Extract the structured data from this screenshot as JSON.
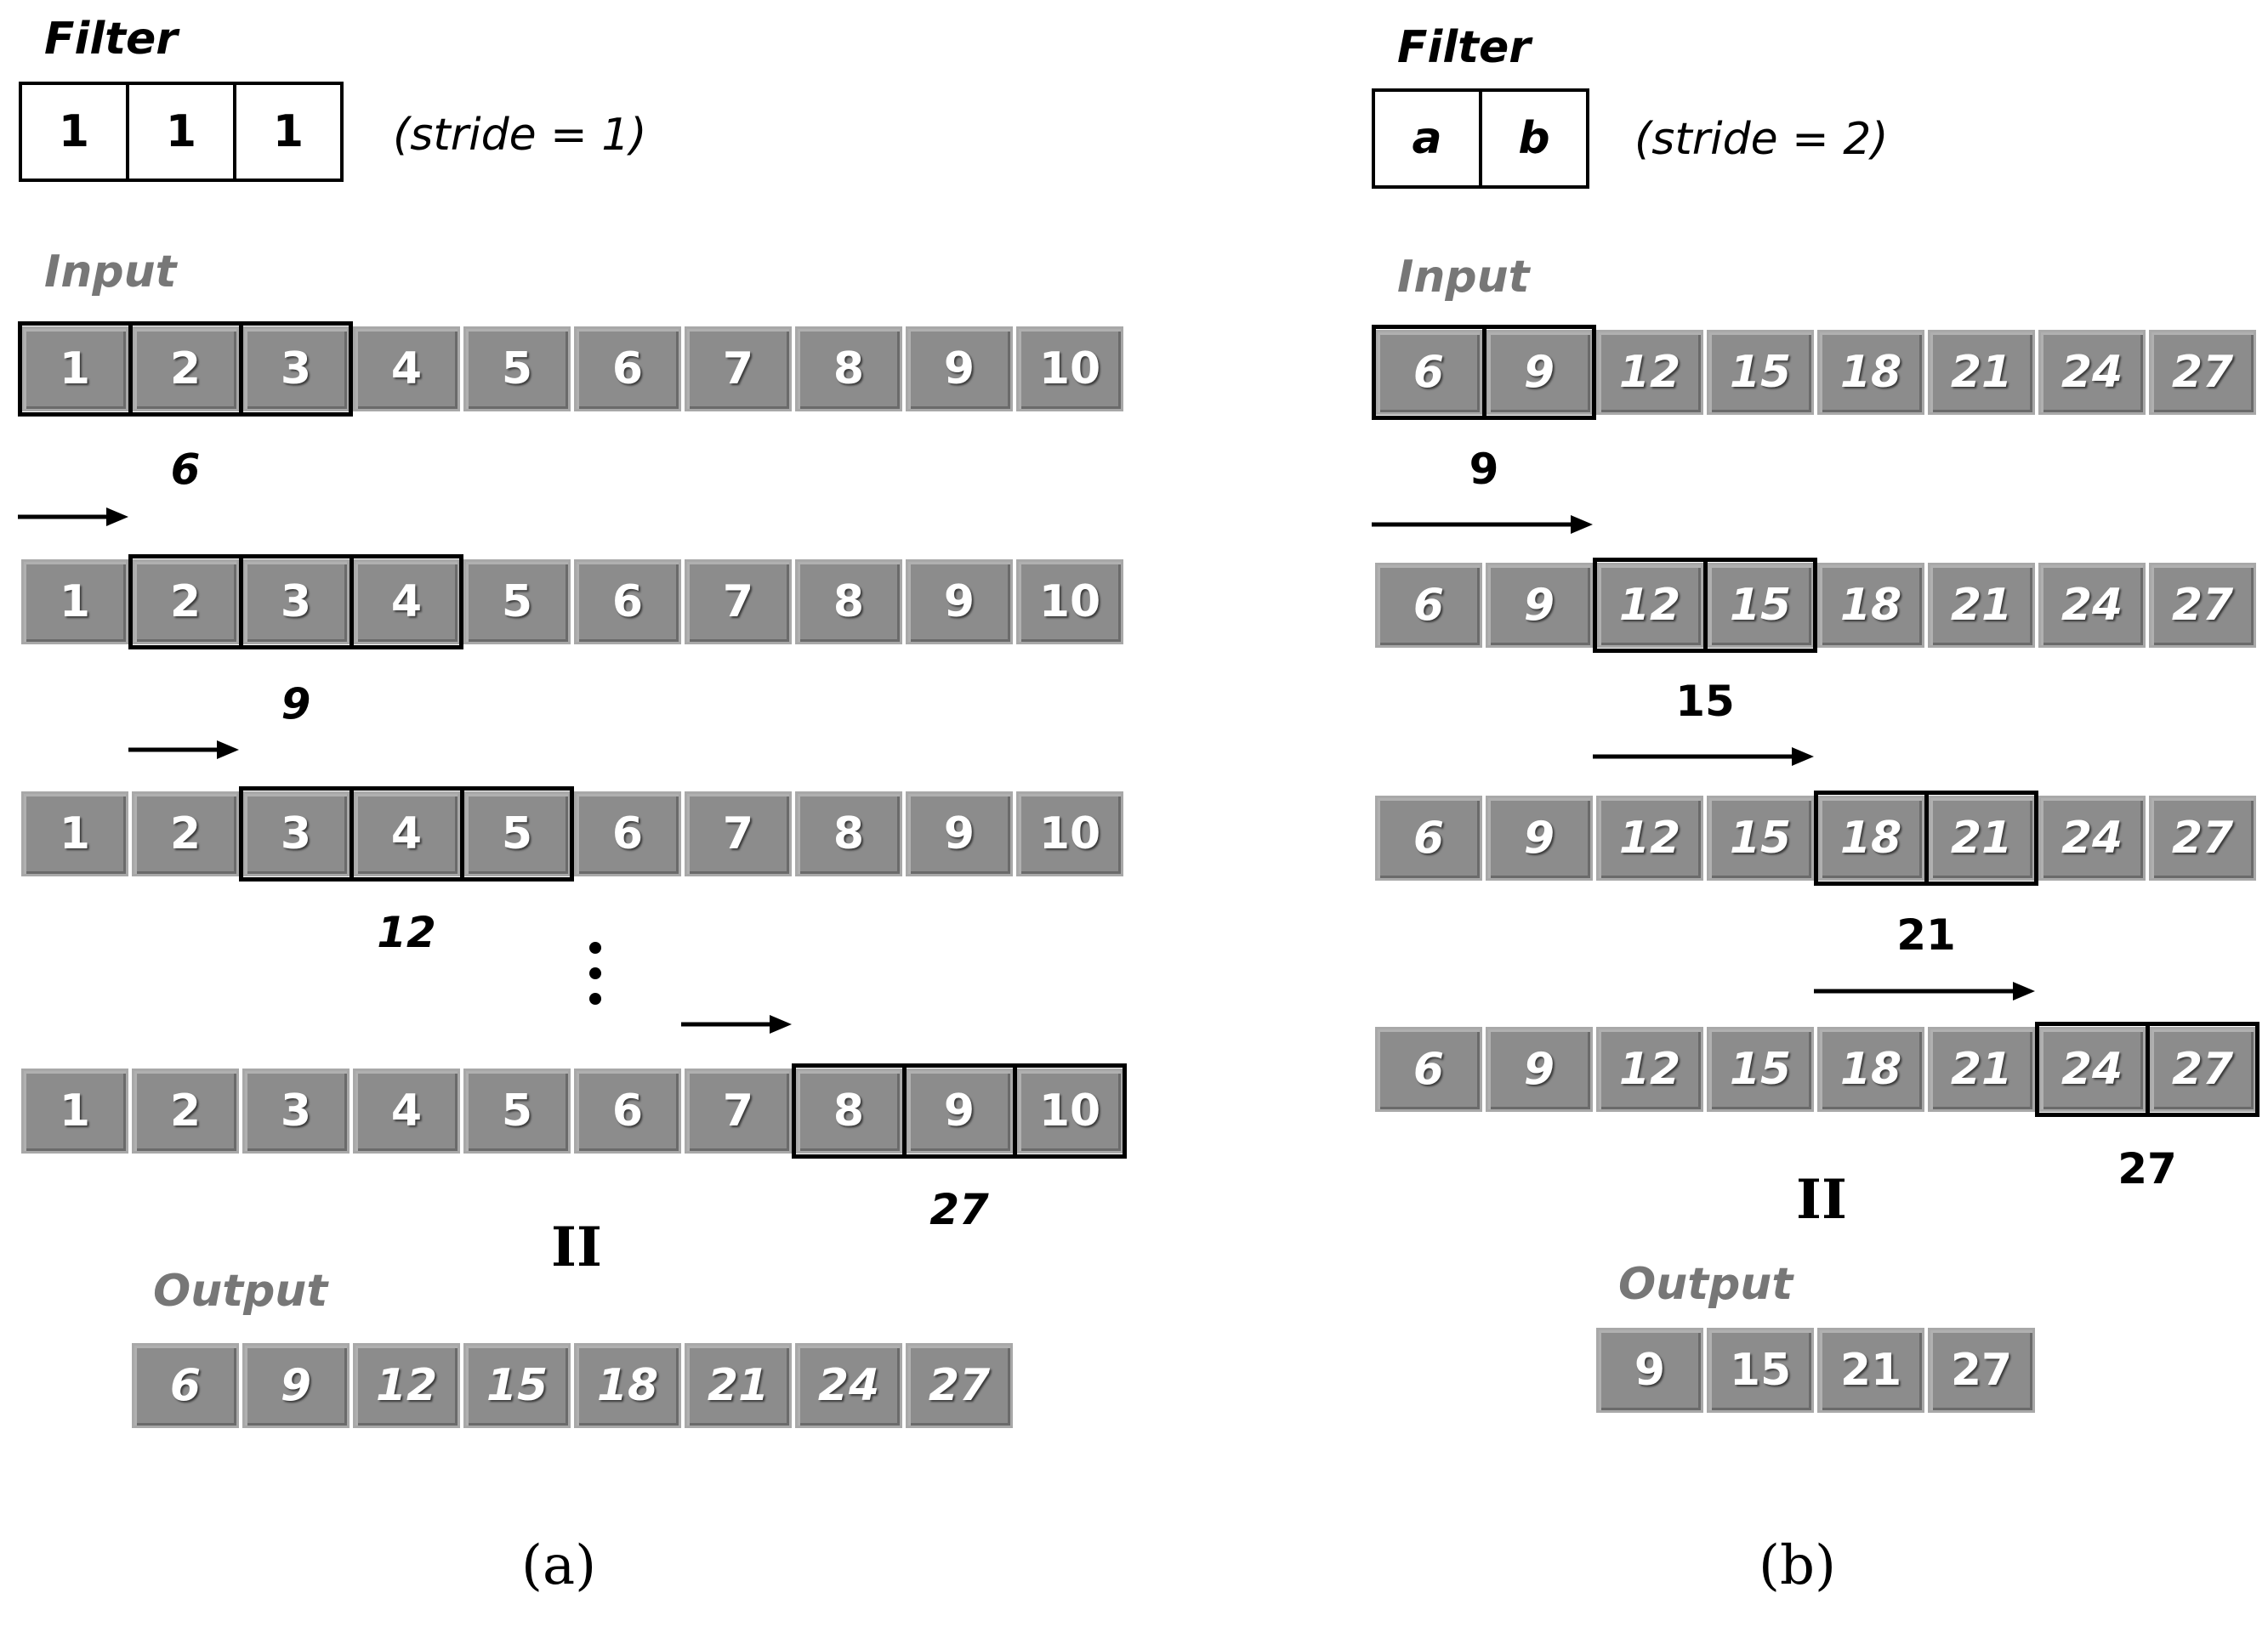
{
  "panel_a": {
    "filter_label": "Filter",
    "filter_values": [
      "1",
      "1",
      "1"
    ],
    "stride_text": "(stride = 1)",
    "input_label": "Input",
    "input_values": [
      "1",
      "2",
      "3",
      "4",
      "5",
      "6",
      "7",
      "8",
      "9",
      "10"
    ],
    "steps": [
      {
        "window_start": 0,
        "result": "6"
      },
      {
        "window_start": 1,
        "result": "9"
      },
      {
        "window_start": 2,
        "result": "12"
      },
      {
        "window_start": 7,
        "result": "27"
      }
    ],
    "equals_sign": "II",
    "output_label": "Output",
    "output_values": [
      "6",
      "9",
      "12",
      "15",
      "18",
      "21",
      "24",
      "27"
    ],
    "caption": "(a)"
  },
  "panel_b": {
    "filter_label": "Filter",
    "filter_values": [
      "a",
      "b"
    ],
    "stride_text": "(stride = 2)",
    "input_label": "Input",
    "input_values": [
      "6",
      "9",
      "12",
      "15",
      "18",
      "21",
      "24",
      "27"
    ],
    "steps": [
      {
        "window_start": 0,
        "result": "9"
      },
      {
        "window_start": 2,
        "result": "15"
      },
      {
        "window_start": 4,
        "result": "21"
      },
      {
        "window_start": 6,
        "result": "27"
      }
    ],
    "equals_sign": "II",
    "output_label": "Output",
    "output_values": [
      "9",
      "15",
      "21",
      "27"
    ],
    "caption": "(b)"
  }
}
